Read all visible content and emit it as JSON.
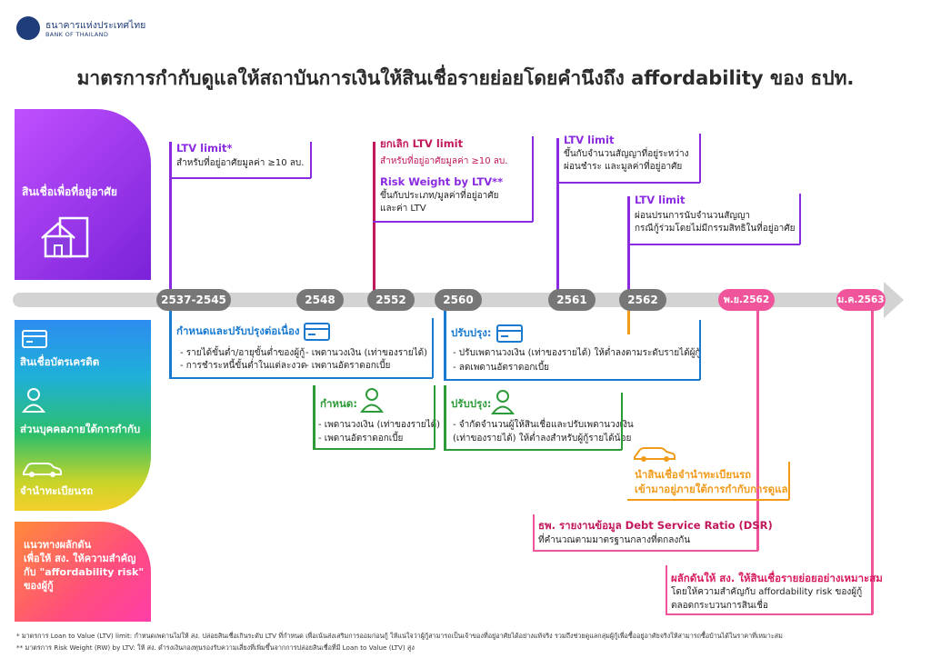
{
  "header": {
    "logo_th": "ธนาคารแห่งประเทศไทย",
    "logo_en": "BANK OF THAILAND",
    "title": "มาตรการกำกับดูแลให้สถาบันการเงินให้สินเชื่อรายย่อยโดยคำนึงถึง affordability ของ ธปท."
  },
  "left": {
    "housing": "สินเชื่อเพื่อที่อยู่อาศัย",
    "credit_card": "สินเชื่อบัตรเครดิต",
    "personal_loan": "ส่วนบุคคลภายใต้การกำกับ",
    "car_title": "จำนำทะเบียนรถ",
    "guide": [
      "แนวทางผลักดัน",
      "เพื่อให้ สง. ให้ความสำคัญ",
      "กับ \"affordability risk\"",
      "ของผู้กู้"
    ]
  },
  "timeline": [
    "2537-2545",
    "2548",
    "2552",
    "2560",
    "2561",
    "2562",
    "พ.ย.2562",
    "ม.ค.2563"
  ],
  "top_cards": {
    "c1": {
      "title": "LTV limit*",
      "text": "สำหรับที่อยู่อาศัยมูลค่า ≥10 ลบ."
    },
    "c2": {
      "title": "ยกเลิก LTV limit",
      "text": "สำหรับที่อยู่อาศัยมูลค่า ≥10 ลบ.",
      "title2": "Risk Weight by LTV**",
      "text2a": "ขึ้นกับประเภท/มูลค่าที่อยู่อาศัย",
      "text2b": "และค่า LTV"
    },
    "c3": {
      "title": "LTV limit",
      "text_a": "ขึ้นกับจำนวนสัญญาที่อยู่ระหว่าง",
      "text_b": "ผ่อนชำระ และมูลค่าที่อยู่อาศัย"
    },
    "c4": {
      "title": "LTV limit",
      "text_a": "ผ่อนปรนการนับจำนวนสัญญา",
      "text_b": "กรณีกู้ร่วมโดยไม่มีกรรมสิทธิในที่อยู่อาศัย"
    }
  },
  "bottom_cards": {
    "b1": {
      "title": "กำหนดและปรับปรุงต่อเนื่อง",
      "l1": "- รายได้ขั้นต่ำ/อายุขั้นต่ำของผู้กู้",
      "l2": "- การชำระหนี้ขั้นต่ำในแต่ละงวด",
      "r1": "- เพดานวงเงิน (เท่าของรายได้)",
      "r2": "- เพดานอัตราดอกเบี้ย"
    },
    "b2": {
      "title": "กำหนด:",
      "l1": "- เพดานวงเงิน (เท่าของรายได้)",
      "l2": "- เพดานอัตราดอกเบี้ย"
    },
    "b3": {
      "title": "ปรับปรุง:",
      "l1": "- ปรับเพดานวงเงิน (เท่าของรายได้) ให้ต่ำลงตามระดับรายได้ผู้กู้",
      "l2": "- ลดเพดานอัตราดอกเบี้ย"
    },
    "b4": {
      "title": "ปรับปรุง:",
      "l1": "- จำกัดจำนวนผู้ให้สินเชื่อและปรับเพดานวงเงิน",
      "l2": "(เท่าของรายได้) ให้ต่ำลงสำหรับผู้กู้รายได้น้อย"
    },
    "b5": {
      "l1": "นำสินเชื่อจำนำทะเบียนรถ",
      "l2": "เข้ามาอยู่ภายใต้การกำกับการดูแล"
    },
    "b6": {
      "title": "ธพ. รายงานข้อมูล  Debt Service Ratio (DSR)",
      "text": "ที่คำนวณตามมาตรฐานกลางที่ตกลงกัน"
    },
    "b7": {
      "title": "ผลักดันให้ สง. ให้สินเชื่อรายย่อยอย่างเหมาะสม",
      "l1": "โดยให้ความสำคัญกับ affordability risk ของผู้กู้",
      "l2": "ตลอดกระบวนการสินเชื่อ"
    }
  },
  "footnotes": [
    "*   มาตรการ Loan to Value (LTV) limit: กำหนดเพดานไม่ให้ สง. ปล่อยสินเชื่อเกินระดับ LTV ที่กำหนด เพื่อเน้นส่งเสริมการออมก่อนกู้ ให้แน่ใจว่าผู้กู้สามารถเป็นเจ้าของที่อยู่อาศัยได้อย่างแท้จริง รวมถึงช่วยดูแลกลุ่มผู้กู้เพื่อซื้ออยู่อาศัยจริงให้สามารถซื้อบ้านได้ในราคาที่เหมาะสม",
    "**  มาตรการ Risk Weight (RW) by LTV: ให้ สง. ดำรงเงินกองทุนรองรับความเสี่ยงที่เพิ่มขึ้นจากการปล่อยสินเชื่อที่มี Loan to Value (LTV) สูง"
  ],
  "colors": {
    "purple": "#8a2be2",
    "blue": "#1a7ad0",
    "green": "#2e9b3a",
    "orange": "#f29b1a",
    "pink": "#f0559b",
    "crimson": "#c2185b"
  }
}
